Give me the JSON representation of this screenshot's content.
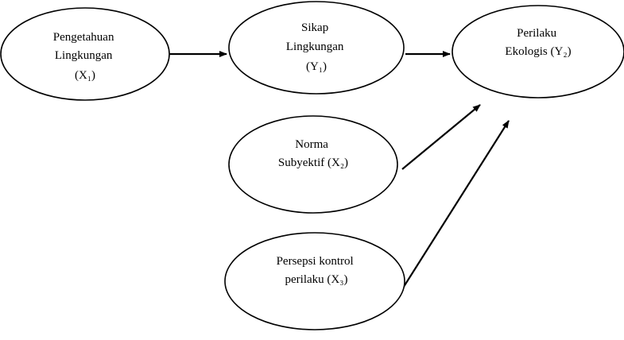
{
  "colors": {
    "stroke": "#000000",
    "background": "#ffffff",
    "text": "#000000"
  },
  "nodes": {
    "x1": {
      "lines": [
        "Pengetahuan",
        "Lingkungan",
        "(X₁)"
      ]
    },
    "y1": {
      "lines": [
        "Sikap",
        "Lingkungan",
        "(Y₁)"
      ]
    },
    "y2": {
      "lines": [
        "Perilaku",
        "Ekologis (Y₂)"
      ]
    },
    "x2": {
      "lines": [
        "Norma",
        "Subyektif (X₂)"
      ]
    },
    "x3": {
      "lines": [
        "Persepsi kontrol",
        "perilaku (X₃)"
      ]
    }
  },
  "edges": [
    {
      "from": "x1",
      "to": "y1"
    },
    {
      "from": "y1",
      "to": "y2"
    },
    {
      "from": "x2",
      "to": "y2"
    },
    {
      "from": "x3",
      "to": "y2"
    }
  ]
}
